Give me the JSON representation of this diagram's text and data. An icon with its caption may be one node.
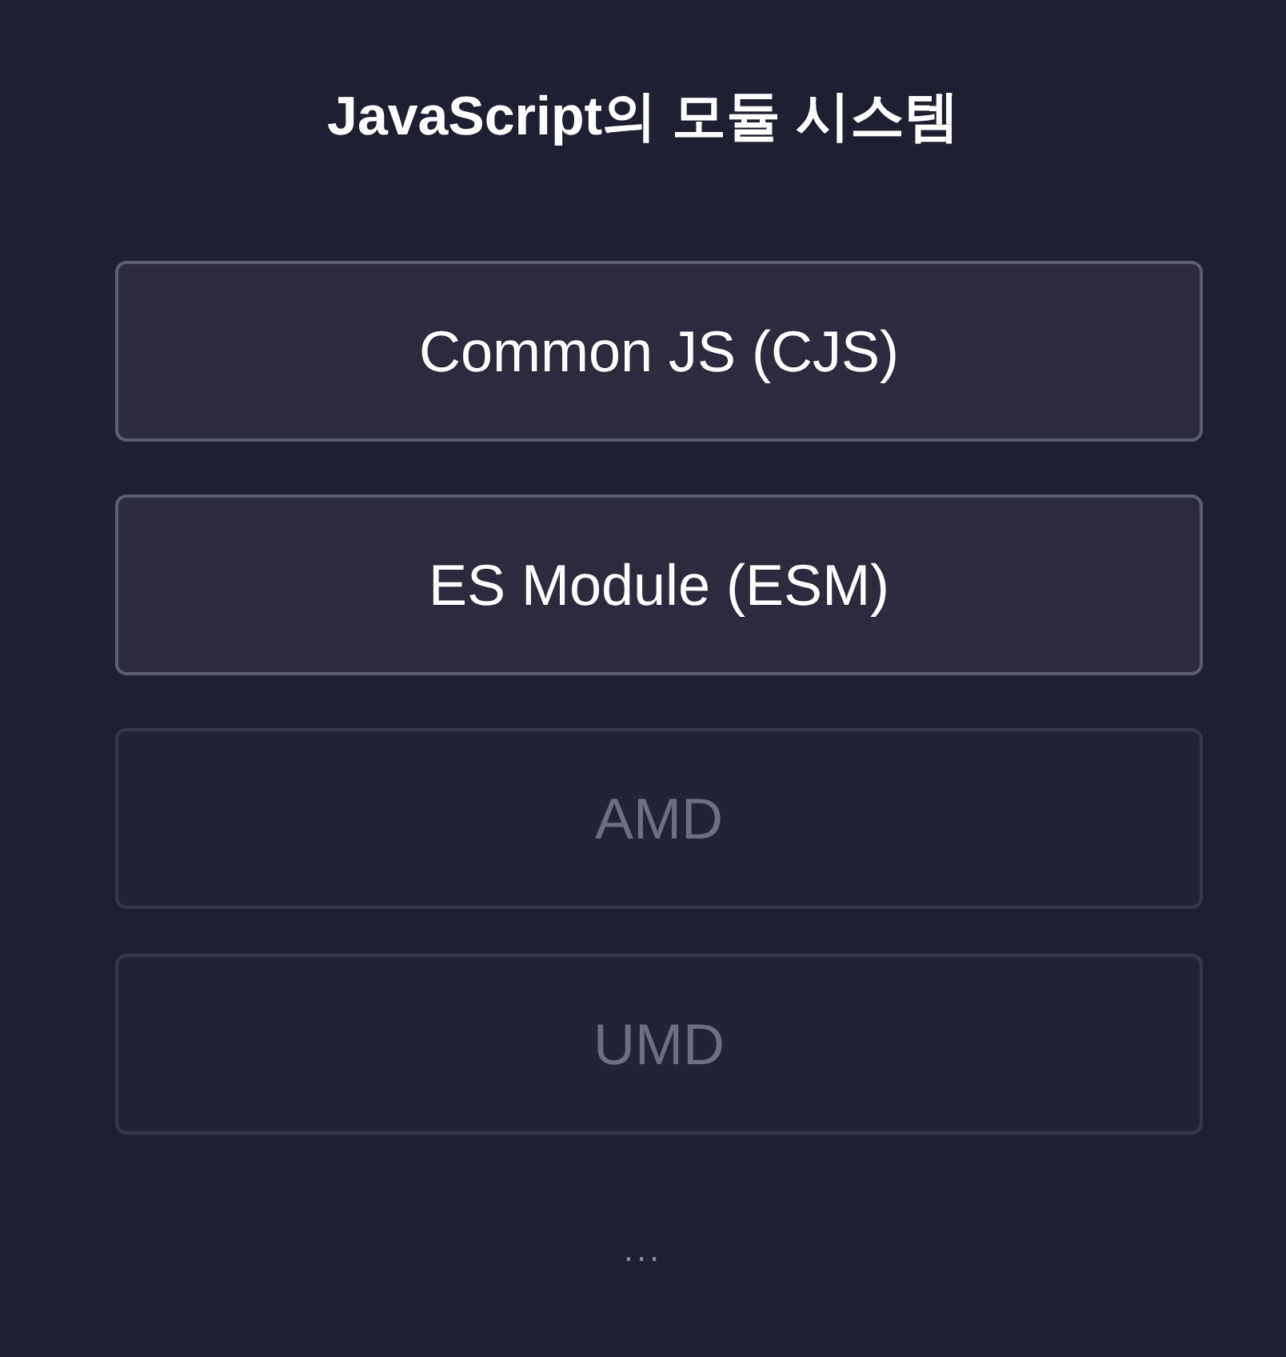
{
  "diagram": {
    "title": "JavaScript의 모듈 시스템",
    "nodes": [
      {
        "text": [
          "Common JS (CJS)"
        ]
      },
      {
        "text": [
          "ES Module (ESM)"
        ]
      },
      {
        "text": [
          "AMD"
        ]
      },
      {
        "text": [
          "UMD"
        ]
      }
    ],
    "labels": [
      "..."
    ]
  }
}
